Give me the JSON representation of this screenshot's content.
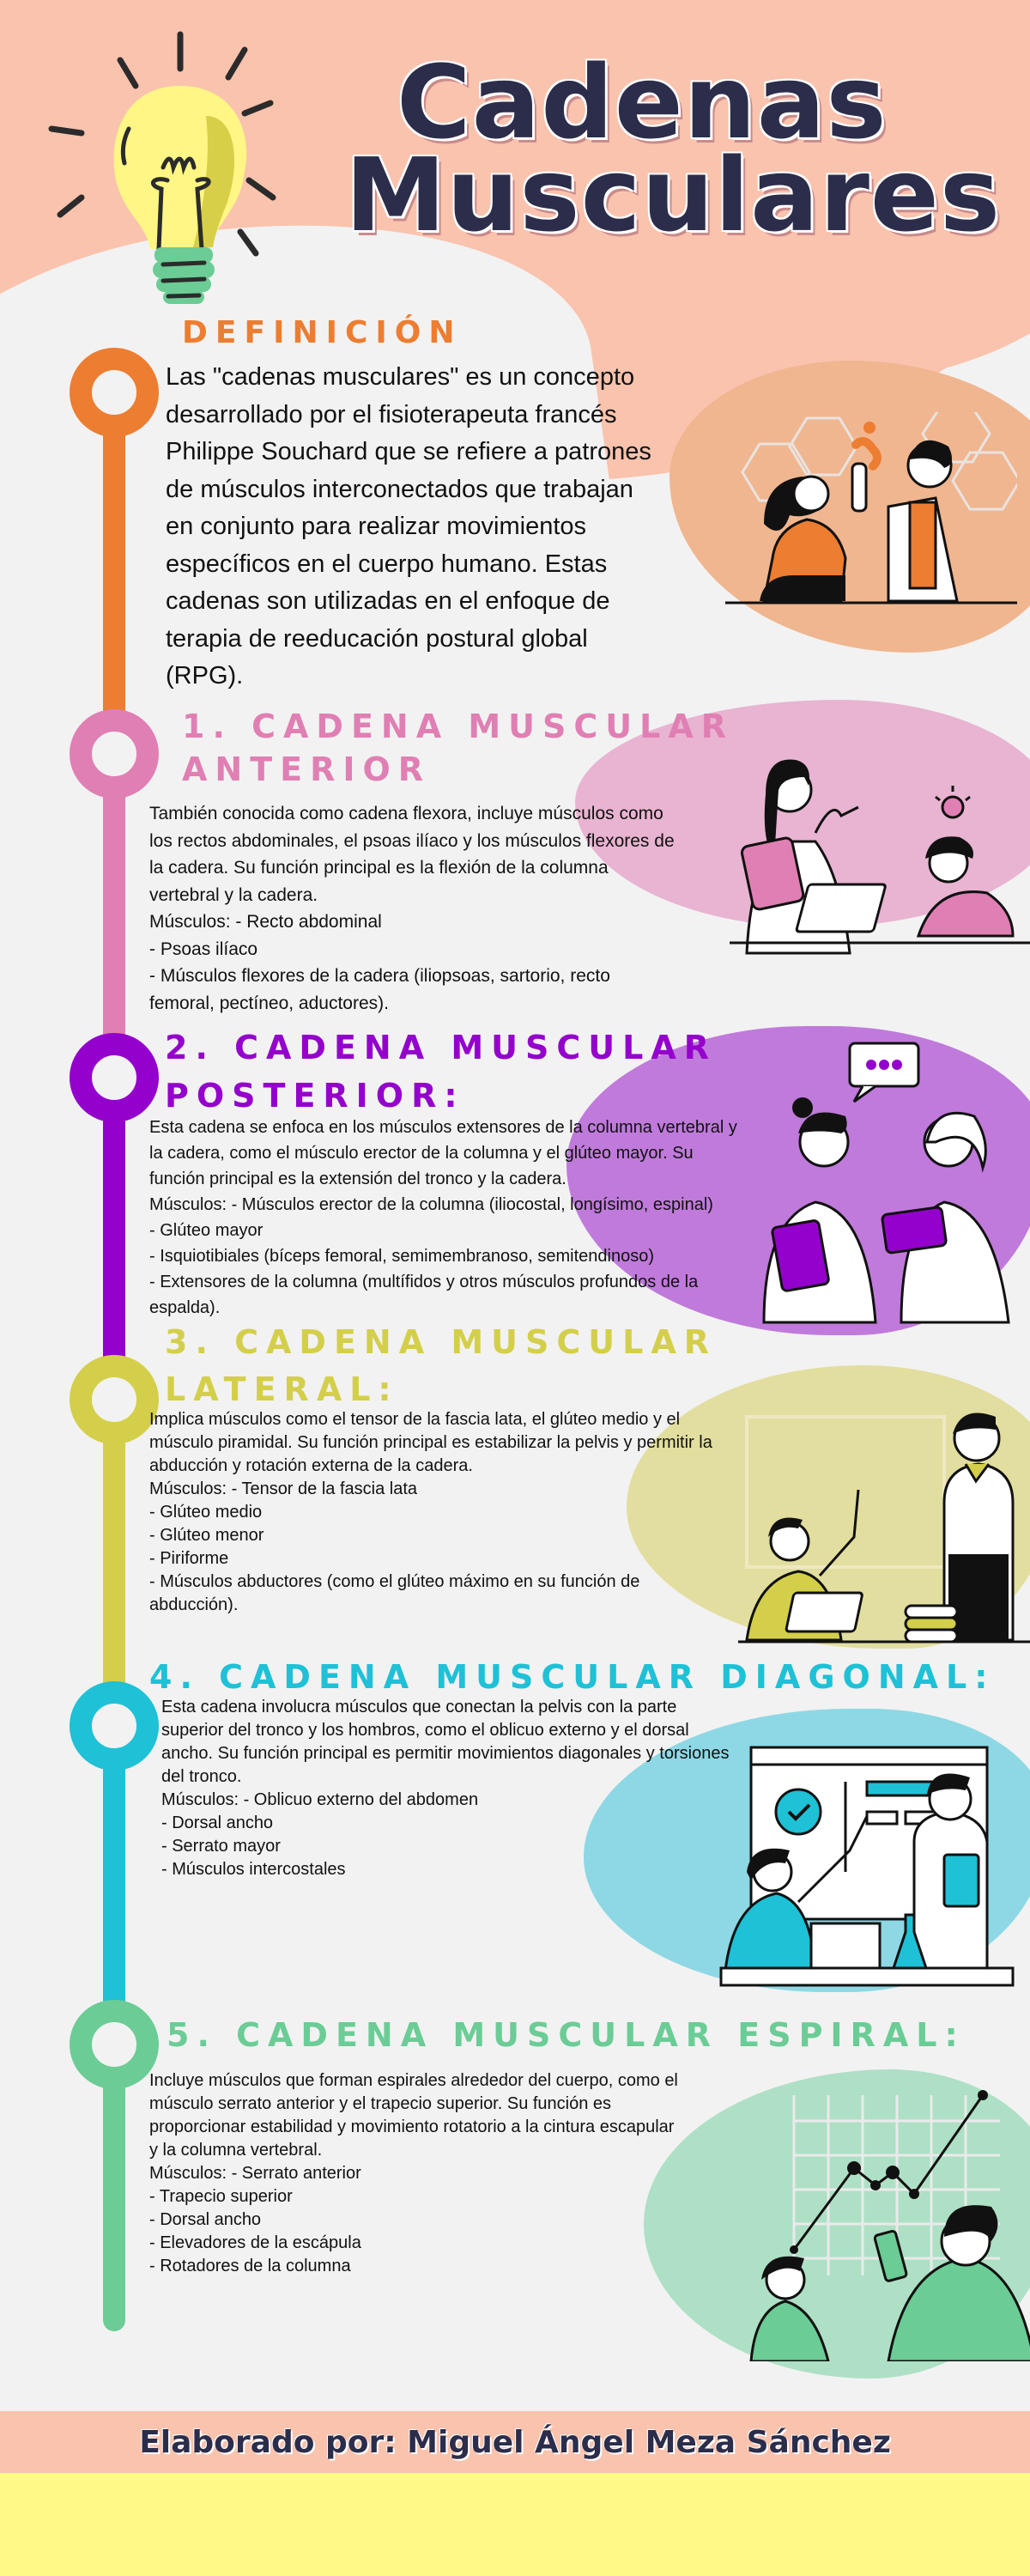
{
  "header": {
    "title_line1": "Cadenas",
    "title_line2": "Musculares",
    "icon": "lightbulb-icon"
  },
  "colors": {
    "background": "#f2f2f2",
    "title": "#2b2d4b",
    "header_blob": "#f9c3ae",
    "definition": "#ed7d31",
    "anterior": "#e07fb3",
    "posterior": "#9400cc",
    "lateral": "#d4cf4a",
    "diagonal": "#1ec1d6",
    "espiral": "#6bcc96",
    "footer_band": "#f9c3ae",
    "bottom_band": "#fff985"
  },
  "definition": {
    "heading": "DEFINICIÓN",
    "text": "Las \"cadenas musculares\" es un concepto\ndesarrollado por el fisioterapeuta francés\nPhilippe Souchard que se refiere a patrones\nde músculos interconectados que trabajan\nen conjunto para realizar movimientos\nespecíficos en el cuerpo humano. Estas\ncadenas son utilizadas en el enfoque de\nterapia de reeducación postural global\n(RPG).",
    "illustration": "scientists-lab-illustration"
  },
  "sections": [
    {
      "heading_line1": "1. CADENA MUSCULAR",
      "heading_line2": "ANTERIOR",
      "text": "También conocida como cadena flexora, incluye músculos como\nlos rectos abdominales, el psoas ilíaco y los músculos flexores de\nla cadera. Su función principal es la flexión de la columna\nvertebral y la cadera.\nMúsculos: - Recto abdominal\n   - Psoas ilíaco\n   - Músculos flexores de la cadera (iliopsoas, sartorio, recto\nfemoral, pectíneo, aductores).",
      "illustration": "teacher-student-laptop-illustration"
    },
    {
      "heading_line1": "2. CADENA MUSCULAR",
      "heading_line2": "POSTERIOR:",
      "text": "Esta cadena se enfoca en los músculos extensores de la columna vertebral y\nla cadera, como el músculo erector de la columna y el glúteo mayor. Su\nfunción principal es la extensión del tronco y la cadera.\nMúsculos:  - Músculos erector de la columna (iliocostal, longísimo, espinal)\n   - Glúteo mayor\n   - Isquiotibiales (bíceps femoral, semimembranoso, semitendinoso)\n   - Extensores de la columna (multífidos y otros músculos profundos de la\nespalda).",
      "illustration": "two-women-talking-illustration"
    },
    {
      "heading_line1": "3. CADENA MUSCULAR",
      "heading_line2": "LATERAL:",
      "text": " Implica músculos como el tensor de la fascia lata, el glúteo medio y el\nmúsculo piramidal. Su función principal es estabilizar la pelvis y permitir la\nabducción y rotación externa de la cadera.\nMúsculos:  - Tensor de la fascia lata\n   - Glúteo medio\n   - Glúteo menor\n   - Piriforme\n   - Músculos abductores (como el glúteo máximo en su función de\nabducción).",
      "illustration": "classroom-illustration"
    },
    {
      "heading_line1": "4. CADENA MUSCULAR DIAGONAL:",
      "heading_line2": "",
      "text": " Esta cadena involucra músculos que conectan la pelvis con la parte\nsuperior del tronco y los hombros, como el oblicuo externo y el dorsal\nancho. Su función principal es permitir movimientos diagonales y torsiones\ndel tronco.\nMúsculos:  - Oblicuo externo del abdomen\n   - Dorsal ancho\n   - Serrato mayor\n   - Músculos intercostales",
      "illustration": "high-five-lab-illustration"
    },
    {
      "heading_line1": "5. CADENA MUSCULAR ESPIRAL:",
      "heading_line2": "",
      "text": " Incluye músculos que forman espirales alrededor del cuerpo, como el\nmúsculo serrato anterior y el trapecio superior. Su función es\nproporcionar estabilidad y movimiento rotatorio a la cintura escapular\ny la columna vertebral.\nMúsculos: - Serrato anterior\n   - Trapecio superior\n   - Dorsal ancho\n   - Elevadores de la escápula\n   - Rotadores de la columna",
      "illustration": "growth-chart-illustration"
    }
  ],
  "footer": {
    "credit": "Elaborado por: Miguel Ángel Meza Sánchez"
  }
}
